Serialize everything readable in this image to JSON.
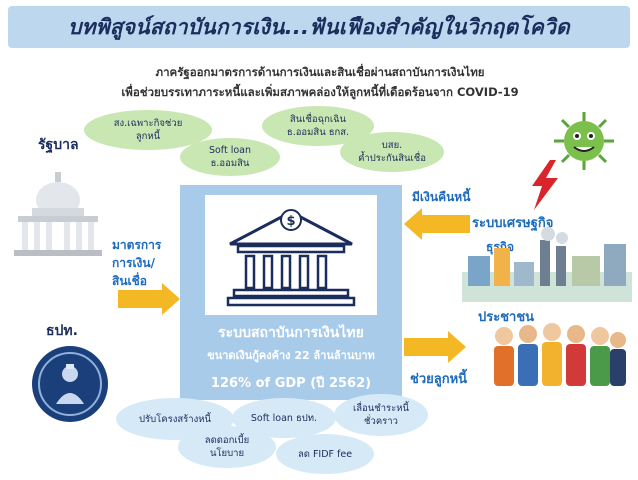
{
  "header": {
    "title": "บทพิสูจน์สถาบันการเงิน...ฟันเฟืองสำคัญในวิกฤตโควิด"
  },
  "subtitle": {
    "line1": "ภาครัฐออกมาตรการด้านการเงินและสินเชื่อผ่านสถาบันการเงินไทย",
    "line2": "เพื่อช่วยบรรเทาภาระหนี้และเพิ่มสภาพคล่องให้ลูกหนี้ที่เดือดร้อนจาก COVID-19"
  },
  "government": {
    "label": "รัฐบาล"
  },
  "bot": {
    "label": "ธปท."
  },
  "green_measures": [
    {
      "line1": "สง.เฉพาะกิจช่วย",
      "line2": "ลูกหนี้"
    },
    {
      "line1": "Soft loan",
      "line2": "ธ.ออมสิน"
    },
    {
      "line1": "สินเชื่อฉุกเฉิน",
      "line2": "ธ.ออมสิน ธกส."
    },
    {
      "line1": "บสย.",
      "line2": "ค้ำประกันสินเชื่อ"
    }
  ],
  "left_measure": {
    "line1": "มาตรการ",
    "line2": "การเงิน/",
    "line3": "สินเชื่อ"
  },
  "center": {
    "line1": "ระบบสถาบันการเงินไทย",
    "line2": "ขนาดเงินกู้คงค้าง 22 ล้านล้านบาท",
    "line3": "126% of GDP (ปี 2562)"
  },
  "right": {
    "liquidity": "มีเงินคืนหนี้",
    "economy": "ระบบเศรษฐกิจ",
    "business": "ธุรกิจ",
    "people": "ประชาชน",
    "help_debtors": "ช่วยลูกหนี้"
  },
  "blue_measures": [
    {
      "line1": "ปรับโครงสร้างหนี้",
      "line2": ""
    },
    {
      "line1": "Soft loan ธปท.",
      "line2": ""
    },
    {
      "line1": "เลื่อนชำระหนี้",
      "line2": "ชั่วคราว"
    },
    {
      "line1": "ลดดอกเบี้ย",
      "line2": "นโยบาย"
    },
    {
      "line1": "ลด FIDF fee",
      "line2": ""
    }
  ],
  "colors": {
    "header_bg": "#bcd7ee",
    "green_oval": "#c9e7b2",
    "blue_oval": "#d6e9f7",
    "center_box": "#a9cbea",
    "arrow": "#f4b824",
    "accent_blue": "#1e6bbd",
    "accent_red": "#c0202a"
  }
}
